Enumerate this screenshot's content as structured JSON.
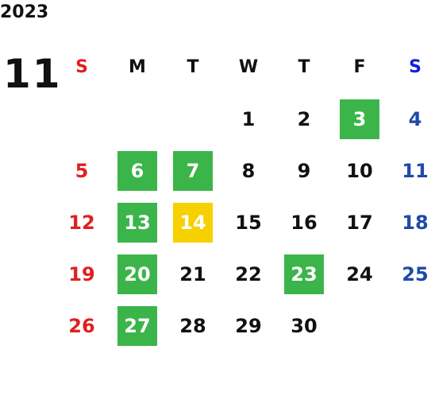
{
  "year": "2023",
  "month": "11",
  "weekdays": [
    "S",
    "M",
    "T",
    "W",
    "T",
    "F",
    "S"
  ],
  "colors": {
    "sunday": "#e02020",
    "saturday": "#1f4aa8",
    "saturday_header": "#1020e0",
    "holiday_green": "#3bb54a",
    "today_yellow": "#f7d000"
  },
  "weeks": [
    [
      {
        "day": ""
      },
      {
        "day": ""
      },
      {
        "day": ""
      },
      {
        "day": "1"
      },
      {
        "day": "2"
      },
      {
        "day": "3",
        "highlight": "green"
      },
      {
        "day": "4"
      }
    ],
    [
      {
        "day": "5"
      },
      {
        "day": "6",
        "highlight": "green"
      },
      {
        "day": "7",
        "highlight": "green"
      },
      {
        "day": "8"
      },
      {
        "day": "9"
      },
      {
        "day": "10"
      },
      {
        "day": "11"
      }
    ],
    [
      {
        "day": "12"
      },
      {
        "day": "13",
        "highlight": "green"
      },
      {
        "day": "14",
        "highlight": "yellow"
      },
      {
        "day": "15"
      },
      {
        "day": "16"
      },
      {
        "day": "17"
      },
      {
        "day": "18"
      }
    ],
    [
      {
        "day": "19"
      },
      {
        "day": "20",
        "highlight": "green"
      },
      {
        "day": "21"
      },
      {
        "day": "22"
      },
      {
        "day": "23",
        "highlight": "green"
      },
      {
        "day": "24"
      },
      {
        "day": "25"
      }
    ],
    [
      {
        "day": "26"
      },
      {
        "day": "27",
        "highlight": "green"
      },
      {
        "day": "28"
      },
      {
        "day": "29"
      },
      {
        "day": "30"
      },
      {
        "day": ""
      },
      {
        "day": ""
      }
    ]
  ]
}
